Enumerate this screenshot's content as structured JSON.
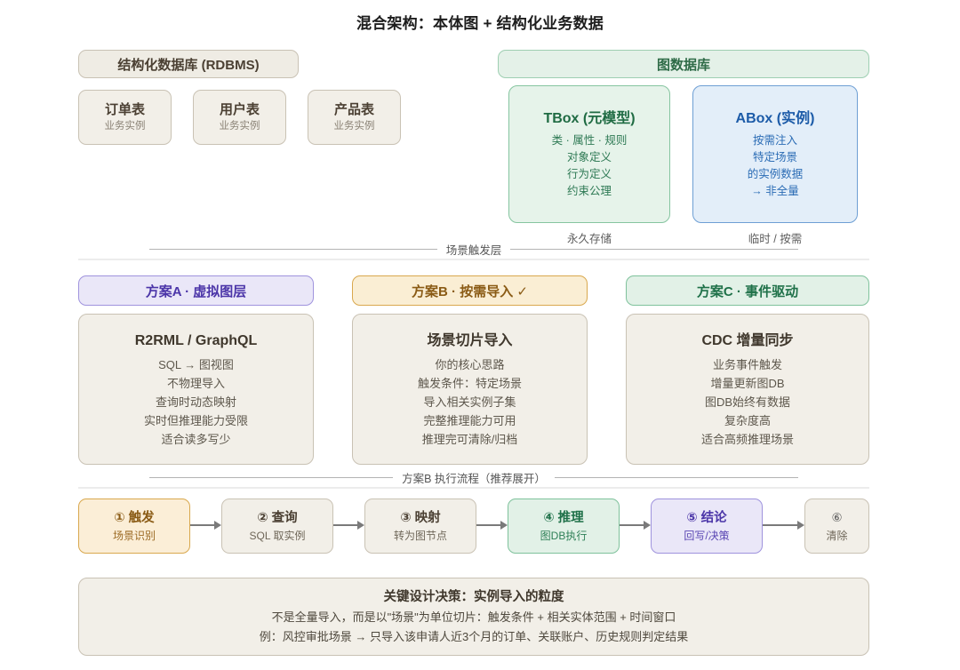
{
  "title": "混合架构：本体图 + 结构化业务数据",
  "rdbms": {
    "header": "结构化数据库 (RDBMS)",
    "tables": [
      {
        "name": "订单表",
        "sub": "业务实例"
      },
      {
        "name": "用户表",
        "sub": "业务实例"
      },
      {
        "name": "产品表",
        "sub": "业务实例"
      }
    ]
  },
  "graphdb": {
    "header": "图数据库",
    "tbox": {
      "title": "TBox (元模型)",
      "lines": [
        "类 · 属性 · 规则",
        "对象定义",
        "行为定义",
        "约束公理"
      ],
      "caption": "永久存储"
    },
    "abox": {
      "title": "ABox (实例)",
      "lines": [
        "按需注入",
        "特定场景",
        "的实例数据",
        "→ 非全量"
      ],
      "caption": "临时 / 按需"
    }
  },
  "dividers": {
    "trigger_layer": "场景触发层",
    "planb_flow": "方案B 执行流程（推荐展开）"
  },
  "options": [
    {
      "header": "方案A · 虚拟图层",
      "title": "R2RML / GraphQL",
      "lines": [
        "SQL → 图视图",
        "不物理导入",
        "查询时动态映射",
        "实时但推理能力受限",
        "适合读多写少"
      ],
      "accent": "#4b35a8"
    },
    {
      "header": "方案B · 按需导入 ✓",
      "title": "场景切片导入",
      "lines": [
        "你的核心思路",
        "触发条件：特定场景",
        "导入相关实例子集",
        "完整推理能力可用",
        "推理完可清除/归档"
      ],
      "accent": "#8a5b15"
    },
    {
      "header": "方案C · 事件驱动",
      "title": "CDC 增量同步",
      "lines": [
        "业务事件触发",
        "增量更新图DB",
        "图DB始终有数据",
        "复杂度高",
        "适合高频推理场景"
      ],
      "accent": "#1f7149"
    }
  ],
  "flow": {
    "steps": [
      {
        "label": "① 触发",
        "sub": "场景识别"
      },
      {
        "label": "② 查询",
        "sub": "SQL 取实例"
      },
      {
        "label": "③ 映射",
        "sub": "转为图节点"
      },
      {
        "label": "④ 推理",
        "sub": "图DB执行"
      },
      {
        "label": "⑤ 结论",
        "sub": "回写/决策"
      },
      {
        "label": "⑥",
        "sub": "清除"
      }
    ]
  },
  "key_decision": {
    "title": "关键设计决策：实例导入的粒度",
    "lines": [
      "不是全量导入，而是以\"场景\"为单位切片：触发条件 + 相关实体范围 + 时间窗口",
      "例：风控审批场景 → 只导入该申请人近3个月的订单、关联账户、历史规则判定结果"
    ]
  },
  "colors": {
    "background": "#ffffff",
    "beige_fill": "#f2efe8",
    "beige_border": "#c9c2b4",
    "green_fill": "#e4f1e8",
    "green_border": "#86c5a0",
    "blue_fill": "#e3eef9",
    "blue_border": "#6e9fd4",
    "purple_fill": "#eae7f8",
    "purple_border": "#9f93dd",
    "orange_fill": "#faeed4",
    "orange_border": "#d9a84e"
  }
}
